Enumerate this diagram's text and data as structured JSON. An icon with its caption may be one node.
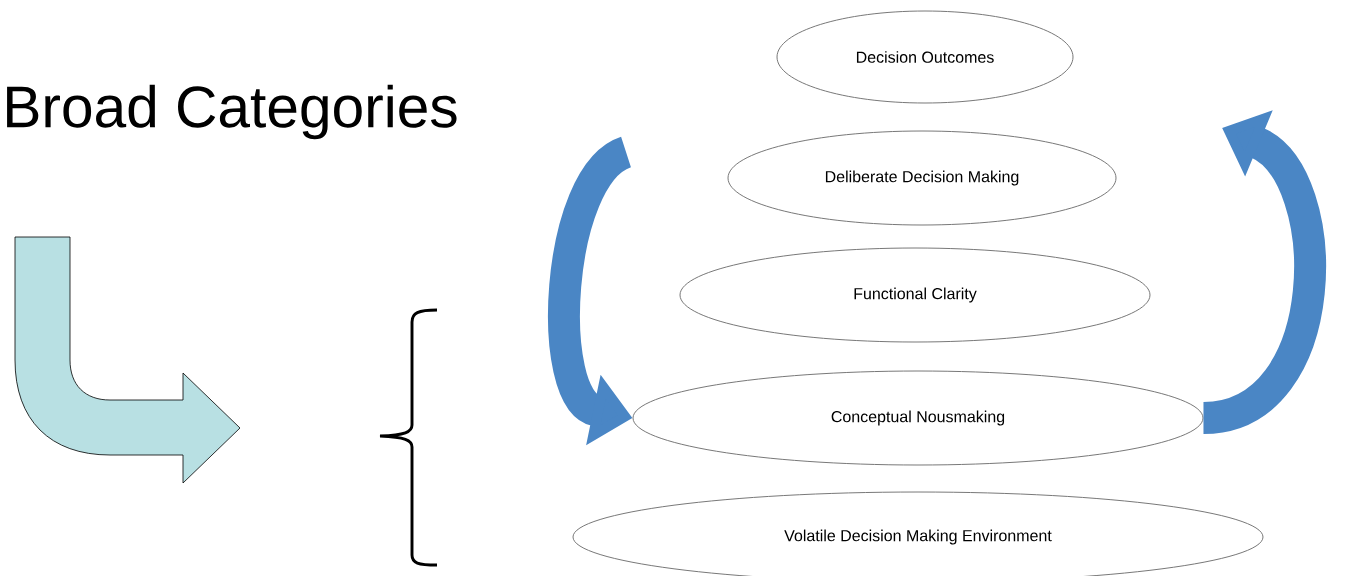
{
  "diagram": {
    "title": "Broad Categories",
    "nodes": [
      {
        "text": [
          "Decision Outcomes"
        ]
      },
      {
        "text": [
          "Deliberate Decision Making"
        ]
      },
      {
        "text": [
          "Functional Clarity"
        ]
      },
      {
        "text": [
          "Conceptual Nousmaking"
        ]
      },
      {
        "text": [
          "Volatile Decision Making Environment"
        ]
      }
    ],
    "edges": [
      {
        "from": null,
        "to": 3,
        "arrow": "to"
      },
      {
        "from": 3,
        "to": null,
        "arrow": "to"
      }
    ]
  }
}
